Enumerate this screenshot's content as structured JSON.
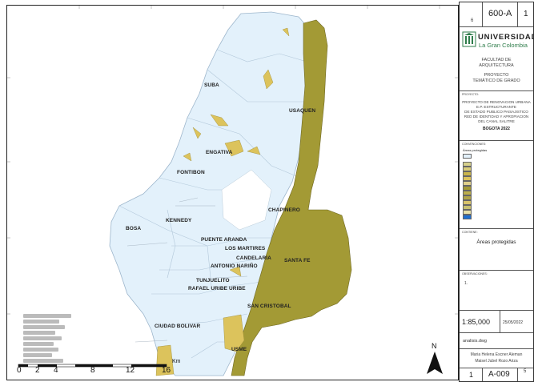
{
  "map": {
    "localities": [
      {
        "id": "suba",
        "name": "SUBA"
      },
      {
        "id": "usaquen",
        "name": "USAQUEN"
      },
      {
        "id": "engativa",
        "name": "ENGATIVA"
      },
      {
        "id": "fontibon",
        "name": "FONTIBON"
      },
      {
        "id": "kennedy",
        "name": "KENNEDY"
      },
      {
        "id": "bosa",
        "name": "BOSA"
      },
      {
        "id": "chapinero",
        "name": "CHAPINERO"
      },
      {
        "id": "puente-aranda",
        "name": "PUENTE ARANDA"
      },
      {
        "id": "los-martires",
        "name": "LOS MARTIRES"
      },
      {
        "id": "candelaria",
        "name": "CANDELARIA"
      },
      {
        "id": "antonio-narino",
        "name": "ANTONIO NARIÑO"
      },
      {
        "id": "santa-fe",
        "name": "SANTA FE"
      },
      {
        "id": "tunjuelito",
        "name": "TUNJUELITO"
      },
      {
        "id": "rafael-uribe",
        "name": "RAFAEL URIBE URIBE"
      },
      {
        "id": "san-cristobal",
        "name": "SAN CRISTOBAL"
      },
      {
        "id": "ciudad-bolivar",
        "name": "CIUDAD BOLIVAR"
      },
      {
        "id": "usme",
        "name": "USME"
      }
    ],
    "scale_numbers": [
      "0",
      "2",
      "4",
      "8",
      "12",
      "16"
    ],
    "scale_unit": "Km",
    "north_label": "N",
    "colors": {
      "urban": "#e3f1fb",
      "protected": "#a39a35",
      "park": "#dcc35c",
      "boundary": "#9db6cc"
    }
  },
  "title_block": {
    "top_sheet_code": "600-A",
    "top_number": "1",
    "top_small": "6",
    "university_line1": "UNIVERSIDAD",
    "university_line2": "La Gran Colombia",
    "faculty_line1": "FACULTAD DE",
    "faculty_line2": "ARQUITECTURA",
    "project_line1": "PROYECTO",
    "project_line2": "TEMÁTICO DE GRADO",
    "project_header": "PROYECTO:",
    "project_description": [
      "PROYECTO DE RENOVACION URBANA",
      "E.P. ESTRUCTURANTE",
      "DE ESTADO PUBLICO PAISAJISTICO",
      "RED DE IDENTIDAD Y APROPIACION",
      "DEL CANAL SALITRE"
    ],
    "project_city": "BOGOTA 2022",
    "conventions_header": "CONVENCIONES:",
    "conventions_title": "Áreas protegidas",
    "contains_header": "CONTIENE:",
    "contains_text": "Áreas protegidas",
    "observations_header": "OBSERVACIONES:",
    "observations_text": "1.",
    "scale_value": "1:85,000",
    "date_value": "25/05/2022",
    "file_value": "analisis.dwg",
    "authors": [
      "Maria Helena Escner Aleman",
      "Maisel Jubel Rozo Ariza"
    ],
    "sheet_number": "1",
    "sheet_code": "A-009",
    "sheet_total": "5"
  }
}
